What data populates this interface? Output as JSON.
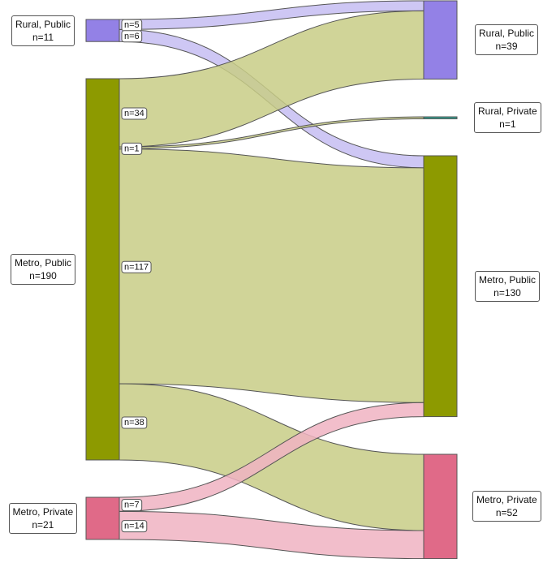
{
  "colors": {
    "rural_public": "#9381e6",
    "rural_private": "#2f9e8f",
    "metro_public": "#8d9a00",
    "metro_private": "#e06a88",
    "flow_rural_public": "#c6bdf2",
    "flow_metro_public": "#c8cd86",
    "flow_metro_private": "#f0b3c2",
    "stroke": "#555555"
  },
  "chart_data": {
    "type": "sankey",
    "left_nodes": [
      {
        "id": "L_RP",
        "name": "Rural, Public",
        "count": "n=11",
        "value": 11,
        "color_key": "rural_public"
      },
      {
        "id": "L_MP",
        "name": "Metro, Public",
        "count": "n=190",
        "value": 190,
        "color_key": "metro_public"
      },
      {
        "id": "L_MPr",
        "name": "Metro, Private",
        "count": "n=21",
        "value": 21,
        "color_key": "metro_private"
      }
    ],
    "right_nodes": [
      {
        "id": "R_RP",
        "name": "Rural, Public",
        "count": "n=39",
        "value": 39,
        "color_key": "rural_public"
      },
      {
        "id": "R_RPr",
        "name": "Rural, Private",
        "count": "n=1",
        "value": 1,
        "color_key": "rural_private"
      },
      {
        "id": "R_MP",
        "name": "Metro, Public",
        "count": "n=130",
        "value": 130,
        "color_key": "metro_public"
      },
      {
        "id": "R_MPr",
        "name": "Metro, Private",
        "count": "n=52",
        "value": 52,
        "color_key": "metro_private"
      }
    ],
    "flows": [
      {
        "source": "L_RP",
        "target": "R_RP",
        "value": 5,
        "label": "n=5",
        "color_key": "flow_rural_public"
      },
      {
        "source": "L_RP",
        "target": "R_MP",
        "value": 6,
        "label": "n=6",
        "color_key": "flow_rural_public"
      },
      {
        "source": "L_MP",
        "target": "R_RP",
        "value": 34,
        "label": "n=34",
        "color_key": "flow_metro_public"
      },
      {
        "source": "L_MP",
        "target": "R_RPr",
        "value": 1,
        "label": "n=1",
        "color_key": "flow_metro_public"
      },
      {
        "source": "L_MP",
        "target": "R_MP",
        "value": 117,
        "label": "n=117",
        "color_key": "flow_metro_public"
      },
      {
        "source": "L_MP",
        "target": "R_MPr",
        "value": 38,
        "label": "n=38",
        "color_key": "flow_metro_public"
      },
      {
        "source": "L_MPr",
        "target": "R_MP",
        "value": 7,
        "label": "n=7",
        "color_key": "flow_metro_private"
      },
      {
        "source": "L_MPr",
        "target": "R_MPr",
        "value": 14,
        "label": "n=14",
        "color_key": "flow_metro_private"
      }
    ]
  }
}
